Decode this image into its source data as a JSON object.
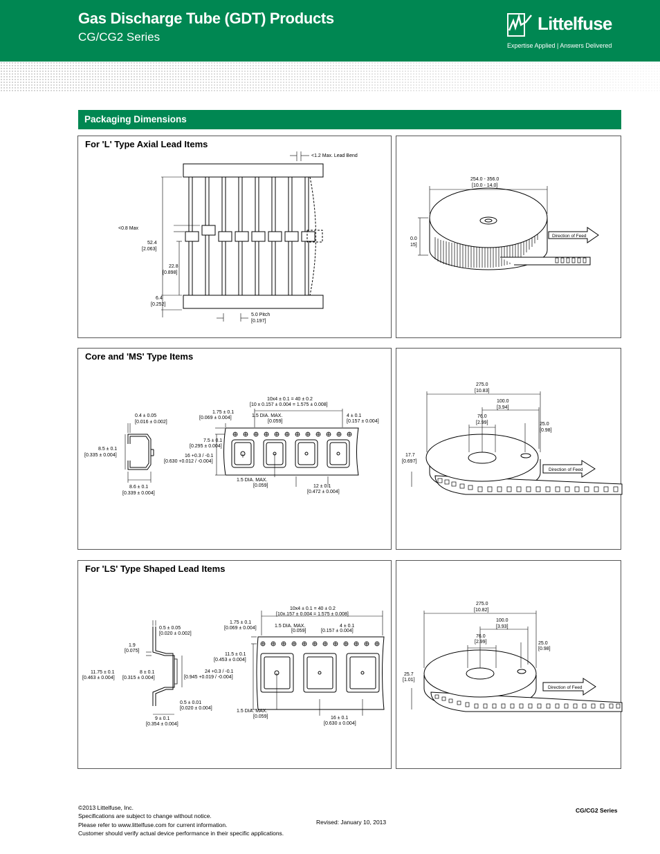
{
  "header": {
    "title": "Gas Discharge Tube (GDT) Products",
    "subtitle": "CG/CG2 Series",
    "logo_text": "Littelfuse",
    "logo_tagline": "Expertise Applied | Answers Delivered"
  },
  "section_title": "Packaging Dimensions",
  "panel1": {
    "title": "For 'L' Type Axial Lead Items",
    "lead_bend": "<1.2 Max. Lead Bend",
    "max08": "<0.8 Max",
    "d524": "52.4",
    "d524b": "[2.063]",
    "d228": "22.8",
    "d228b": "[0.898]",
    "d64": "6.4",
    "d64b": "[0.252]",
    "pitch": "5.0 Pitch",
    "pitchb": "[0.197]"
  },
  "panel2": {
    "range": "254.0 - 356.0",
    "rangeb": "[10.0 - 14.0]",
    "h1": "0.0",
    "h2": "15]",
    "feed": "Direction of Feed"
  },
  "panel3": {
    "title": "Core and 'MS' Type Items",
    "t1": "0.4 ± 0.05",
    "t1b": "[0.016 ± 0.002]",
    "t2": "8.5 ± 0.1",
    "t2b": "[0.335 ± 0.004]",
    "t3": "8.6 ± 0.1",
    "t3b": "[0.339 ± 0.004]",
    "p1": "10x4 ± 0.1 = 40 ± 0.2",
    "p1b": "[10 x 0.157 ± 0.004 = 1.575 ± 0.008]",
    "p2": "1.75 ± 0.1",
    "p2b": "[0.069 ± 0.004]",
    "p3": "1.5 DIA. MAX.",
    "p3b": "[0.059]",
    "p4": "4 ± 0.1",
    "p4b": "[0.157 ± 0.004]",
    "p5": "7.5 ± 0.1",
    "p5b": "[0.295 ± 0.004]",
    "p6": "16 +0.3 / -0.1",
    "p6b": "[0.630 +0.012 / -0.004]",
    "p7": "1.5 DIA. MAX.",
    "p7b": "[0.059]",
    "p8": "12 ± 0.1",
    "p8b": "[0.472 ± 0.004]"
  },
  "panel4": {
    "r1": "275.0",
    "r1b": "[10.83]",
    "r2": "100.0",
    "r2b": "[3.94]",
    "r3": "76.0",
    "r3b": "[2.99]",
    "r4": "25.0",
    "r4b": "[0.98]",
    "r5": "17.7",
    "r5b": "[0.697]",
    "feed": "Direction of Feed"
  },
  "panel5": {
    "title": "For 'LS' Type Shaped Lead Items",
    "t1": "0.5 ± 0.05",
    "t1b": "[0.020 ± 0.002]",
    "t2": "1.9",
    "t2b": "[0.075]",
    "t3": "11.75 ± 0.1",
    "t3b": "[0.463 ± 0.004]",
    "t4": "8 ± 0.1",
    "t4b": "[0.315 ± 0.004]",
    "t5": "0.5 ± 0.01",
    "t5b": "[0.020 ± 0.004]",
    "t6": "9 ± 0.1",
    "t6b": "[0.354 ± 0.004]",
    "p1": "10x4 ± 0.1 = 40 ± 0.2",
    "p1b": "[10x.157 ± 0.004 = 1.575 ± 0.008]",
    "p2": "1.75 ± 0.1",
    "p2b": "[0.069 ± 0.004]",
    "p3": "1.5 DIA. MAX.",
    "p3b": "[0.059]",
    "p4": "4 ± 0.1",
    "p4b": "[0.157 ± 0.004]",
    "p5": "11.5 ± 0.1",
    "p5b": "[0.453 ± 0.004]",
    "p6": "24 +0.3 / -0.1",
    "p6b": "[0.945 +0.019 / -0.004]",
    "p7": "1.5 DIA. MAX.",
    "p7b": "[0.059]",
    "p8": "16 ± 0.1",
    "p8b": "[0.630 ± 0.004]"
  },
  "panel6": {
    "r1": "275.0",
    "r1b": "[10.82]",
    "r2": "100.0",
    "r2b": "[3.93]",
    "r3": "76.0",
    "r3b": "[2.99]",
    "r4": "25.0",
    "r4b": "[0.98]",
    "r5": "25.7",
    "r5b": "[1.01]",
    "feed": "Direction of Feed"
  },
  "footer": {
    "line1": "©2013 Littelfuse, Inc.",
    "line2": "Specifications are subject to change without notice.",
    "line3": "Please refer to www.littelfuse.com for current information.",
    "line4": "Customer should verify actual device performance in their specific applications.",
    "revised": "Revised: January 10, 2013",
    "series": "CG/CG2 Series"
  },
  "colors": {
    "brand_green": "#008752"
  },
  "icons": {
    "logo": "littelfuse-fuse-logo-icon"
  }
}
